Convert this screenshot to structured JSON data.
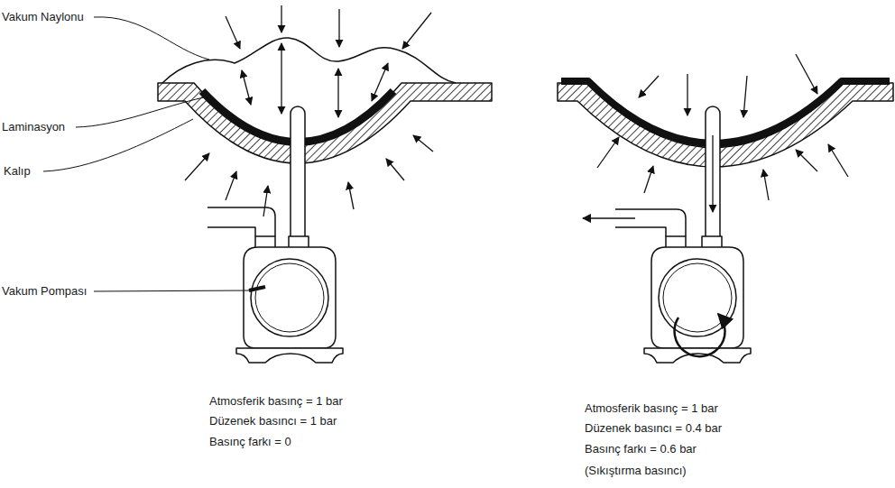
{
  "diagram": {
    "labels": [
      "Vakum Naylonu",
      "Laminasyon",
      "Kalıp",
      "Vakum Pompası",
      "Atmosferik basınç = 1 bar",
      "Düzenek basıncı = 1 bar",
      "Basınç farkı = 0",
      "Atmosferik basınç = 1 bar",
      "Düzenek basıncı = 0.4 bar",
      "Basınç farkı = 0.6 bar",
      "(Sıkıştırma basıncı)"
    ]
  }
}
